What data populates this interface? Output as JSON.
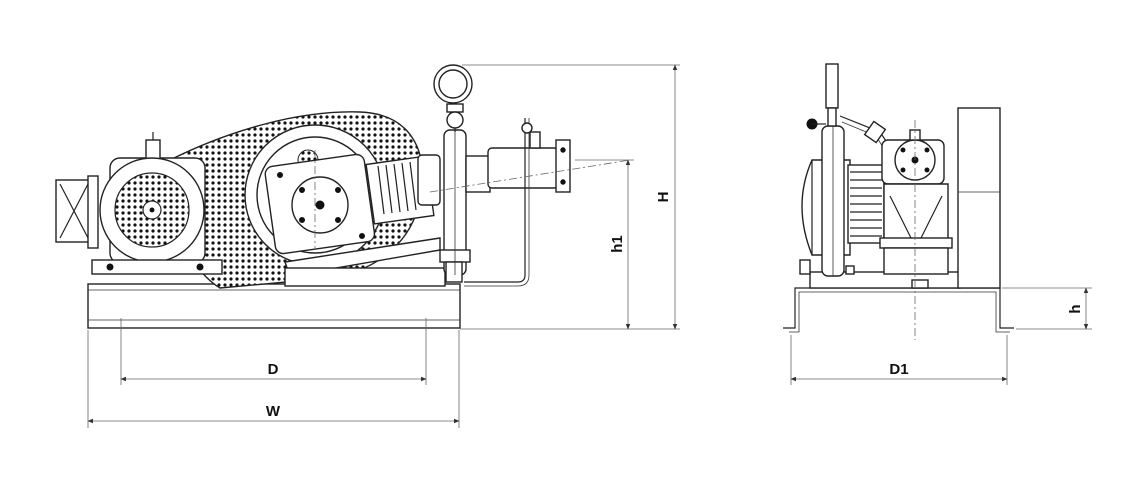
{
  "dimensions": {
    "D": "D",
    "W": "W",
    "H": "H",
    "h1": "h1",
    "h": "h",
    "D1": "D1"
  }
}
